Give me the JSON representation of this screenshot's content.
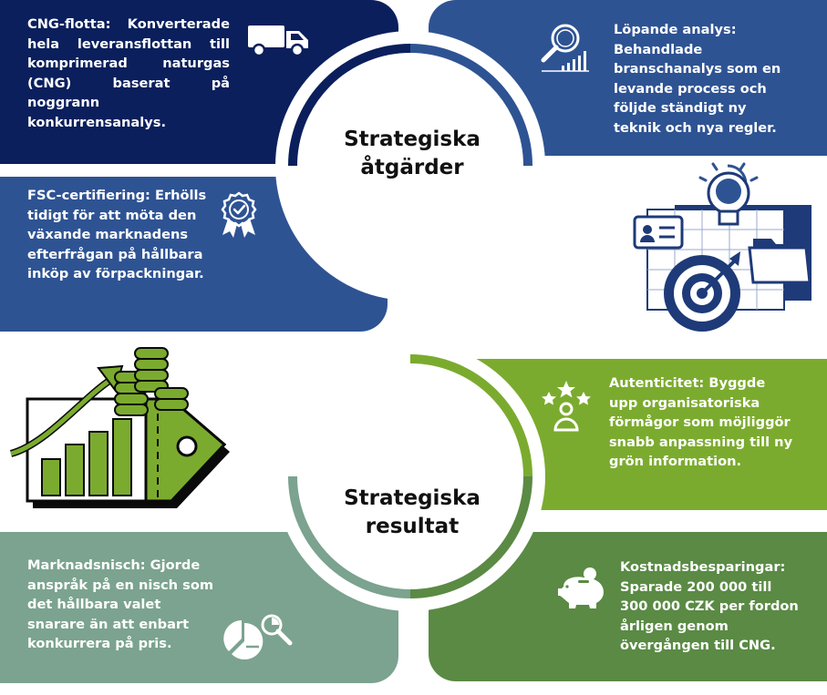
{
  "colors": {
    "navy": "#0a1f5c",
    "blue": "#2e5393",
    "lime": "#7bab2e",
    "olive": "#5a8a44",
    "sage": "#7ba38f",
    "white": "#ffffff"
  },
  "top_section": {
    "title_line1": "Strategiska",
    "title_line2": "åtgärder",
    "cards": {
      "cng": {
        "text": "CNG-flotta: Konverterade hela leveransflottan till komprimerad naturgas (CNG) baserat på noggrann konkurrensanalys.",
        "icon": "delivery-truck-icon"
      },
      "analysis": {
        "text": "Löpande analys: Behandlade branschanalys som en levande process och följde ständigt ny teknik och nya regler.",
        "icon": "magnifier-chart-icon"
      },
      "fsc": {
        "text": "FSC-certifiering: Erhölls tidigt för att möta den växande marknadens efterfrågan på hållbara inköp av förpackningar.",
        "icon": "certificate-badge-icon"
      }
    },
    "illustration": "strategy-target-illustration"
  },
  "bottom_section": {
    "title_line1": "Strategiska",
    "title_line2": "resultat",
    "cards": {
      "authenticity": {
        "text": "Autenticitet: Byggde upp organisatoriska förmågor som möjliggör snabb anpassning till ny grön information.",
        "icon": "person-stars-icon"
      },
      "costs": {
        "text": "Kostnadsbesparingar: Sparade 200 000 till 300 000 CZK per fordon årligen genom övergången till CNG.",
        "icon": "piggy-bank-icon"
      },
      "niche": {
        "text": "Marknadsnisch: Gjorde anspråk på en nisch som det hållbara valet snarare än att enbart konkurrera på pris.",
        "icon": "pie-chart-search-icon"
      }
    },
    "illustration": "growth-chart-coins-tag-illustration"
  }
}
